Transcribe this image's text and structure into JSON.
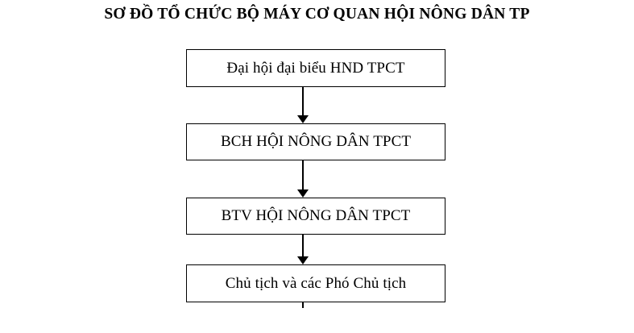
{
  "diagram": {
    "title": "SƠ ĐỒ TỔ CHỨC BỘ MÁY CƠ QUAN HỘI NÔNG DÂN TP",
    "type": "flowchart",
    "orientation": "top-to-bottom",
    "background_color": "#ffffff",
    "line_color": "#000000",
    "text_color": "#000000",
    "nodes": [
      {
        "id": "node-0",
        "label": "Đại hội đại biểu HND TPCT",
        "shape": "rectangle"
      },
      {
        "id": "node-1",
        "label": "BCH HỘI NÔNG DÂN TPCT",
        "shape": "rectangle"
      },
      {
        "id": "node-2",
        "label": "BTV HỘI NÔNG DÂN TPCT",
        "shape": "rectangle"
      },
      {
        "id": "node-3",
        "label": "Chủ tịch và các Phó Chủ tịch",
        "shape": "rectangle"
      }
    ],
    "connectors": [
      {
        "id": "connector-0",
        "from": "node-0",
        "to": "node-1",
        "style": "arrow-down"
      },
      {
        "id": "connector-1",
        "from": "node-1",
        "to": "node-2",
        "style": "arrow-down"
      },
      {
        "id": "connector-2",
        "from": "node-2",
        "to": "node-3",
        "style": "arrow-down"
      },
      {
        "id": "connector-3",
        "from": "node-3",
        "to": "",
        "style": "line-stub-down"
      }
    ]
  }
}
